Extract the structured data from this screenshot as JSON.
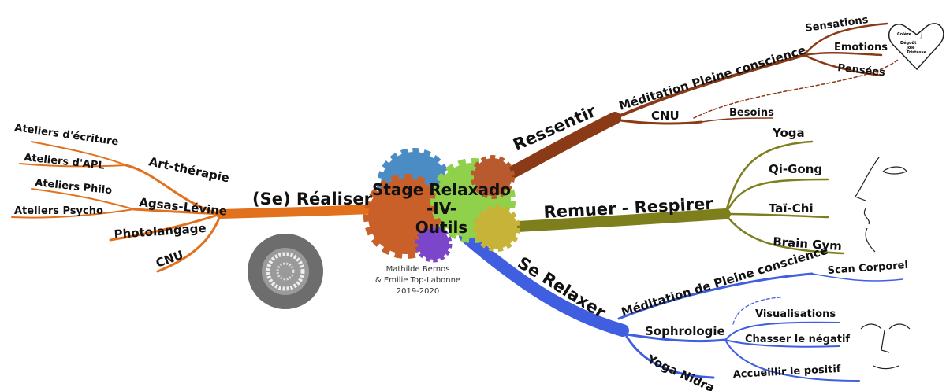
{
  "center": {
    "line1": "Stage Relaxado",
    "line2": "-IV-",
    "line3": "Outils"
  },
  "credits": {
    "line1": "Mathilde Bernos",
    "line2": "& Emilie Top-Labonne",
    "line3": "2019-2020"
  },
  "colors": {
    "ressentir": "#8a3a17",
    "remuer": "#7d7f1c",
    "relaxer": "#3f5fe0",
    "realiser": "#e2711d"
  },
  "ressentir": {
    "label": "Ressentir",
    "meditation": "Méditation Pleine conscience",
    "sensations": "Sensations",
    "emotions": "Emotions",
    "pensees": "Pensées",
    "cnu": "CNU",
    "besoins": "Besoins"
  },
  "heart": {
    "colere": "Colère",
    "peur": "Peur",
    "degout": "Dégoût",
    "joie": "Joie",
    "tristesse": "Tristesse"
  },
  "remuer": {
    "label": "Remuer - Respirer",
    "items": [
      "Yoga",
      "Qi-Gong",
      "Taï-Chi",
      "Brain Gym"
    ]
  },
  "relaxer": {
    "label": "Se Relaxer",
    "meditation": "Méditation de Pleine conscience",
    "scan": "Scan Corporel",
    "sophrologie": "Sophrologie",
    "soph_items": [
      "Visualisations",
      "Chasser le négatif",
      "Accueillir le positif"
    ],
    "yoga_nidra": "Yoga Nidra"
  },
  "realiser": {
    "label": "(Se) Réaliser",
    "art": "Art-thérapie",
    "art_items": [
      "Ateliers d'écriture",
      "Ateliers d'APL"
    ],
    "agsas": "Agsas-Lévine",
    "agsas_items": [
      "Ateliers Philo",
      "Ateliers Psycho"
    ],
    "photolangage": "Photolangage",
    "cnu": "CNU"
  }
}
